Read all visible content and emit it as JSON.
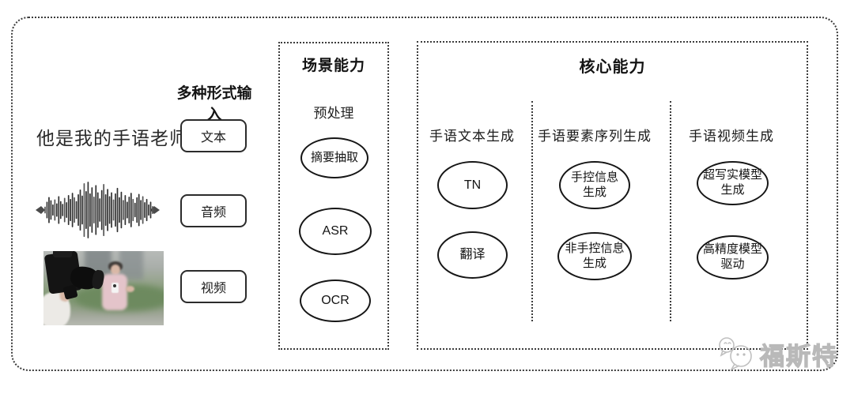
{
  "input_section": {
    "title": "多种形式输入",
    "text_example": "他是我的手语老师",
    "items": [
      {
        "label": "文本"
      },
      {
        "label": "音频"
      },
      {
        "label": "视频"
      }
    ],
    "icons": [
      "audio-waveform-icon",
      "reporter-photo"
    ]
  },
  "scene_box": {
    "title": "场景能力",
    "subtitle": "预处理",
    "nodes": [
      "摘要抽取",
      "ASR",
      "OCR"
    ]
  },
  "core_box": {
    "title": "核心能力",
    "columns": [
      {
        "header": "手语文本生成",
        "nodes": [
          "TN",
          "翻译"
        ]
      },
      {
        "header": "手语要素序列生成",
        "nodes": [
          "手控信息生成",
          "非手控信息生成"
        ]
      },
      {
        "header": "手语视频生成",
        "nodes": [
          "超写实模型生成",
          "高精度模型驱动"
        ]
      }
    ]
  },
  "watermark": {
    "text": "福斯特",
    "icon": "mascot-bubbles-icon"
  },
  "colors": {
    "line": "#161616",
    "dotted_border": "#3c3c3c",
    "watermark_gray": "#b9b9b9",
    "background": "#ffffff"
  },
  "assets": {
    "waveform_heights": [
      0.1,
      0.28,
      0.45,
      0.33,
      0.18,
      0.36,
      0.22,
      0.48,
      0.3,
      0.2,
      0.42,
      0.26,
      0.52,
      0.38,
      0.6,
      0.44,
      0.3,
      0.55,
      0.72,
      0.5,
      0.95,
      0.66,
      1.0,
      0.58,
      0.8,
      0.46,
      0.88,
      0.62,
      0.4,
      0.7,
      0.92,
      0.55,
      0.74,
      0.48,
      0.62,
      0.36,
      0.58,
      0.78,
      0.44,
      0.64,
      0.34,
      0.52,
      0.28,
      0.46,
      0.6,
      0.38,
      0.24,
      0.44,
      0.56,
      0.34,
      0.48,
      0.26,
      0.38,
      0.18,
      0.28,
      0.12
    ]
  }
}
